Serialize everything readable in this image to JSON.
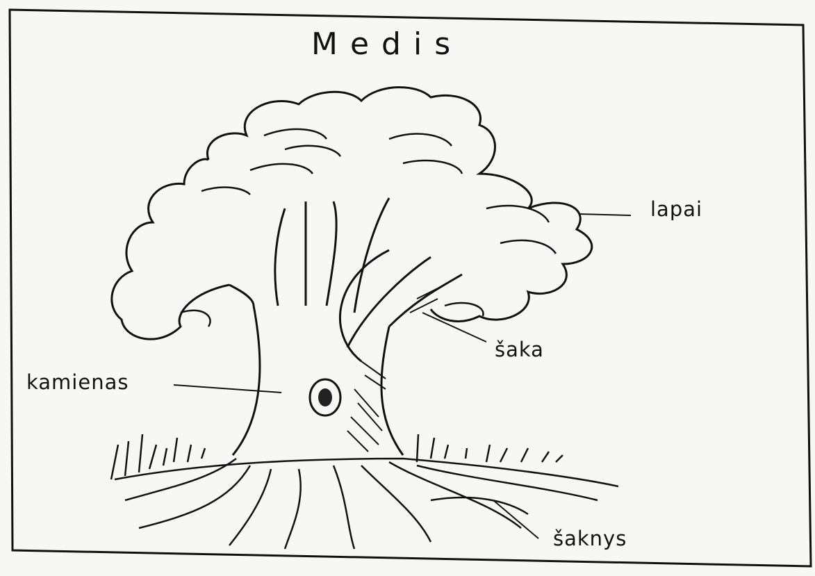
{
  "title": "Medis",
  "labels": {
    "leaves": "lapai",
    "branch": "šaka",
    "trunk": "kamienas",
    "roots": "šaknys"
  }
}
